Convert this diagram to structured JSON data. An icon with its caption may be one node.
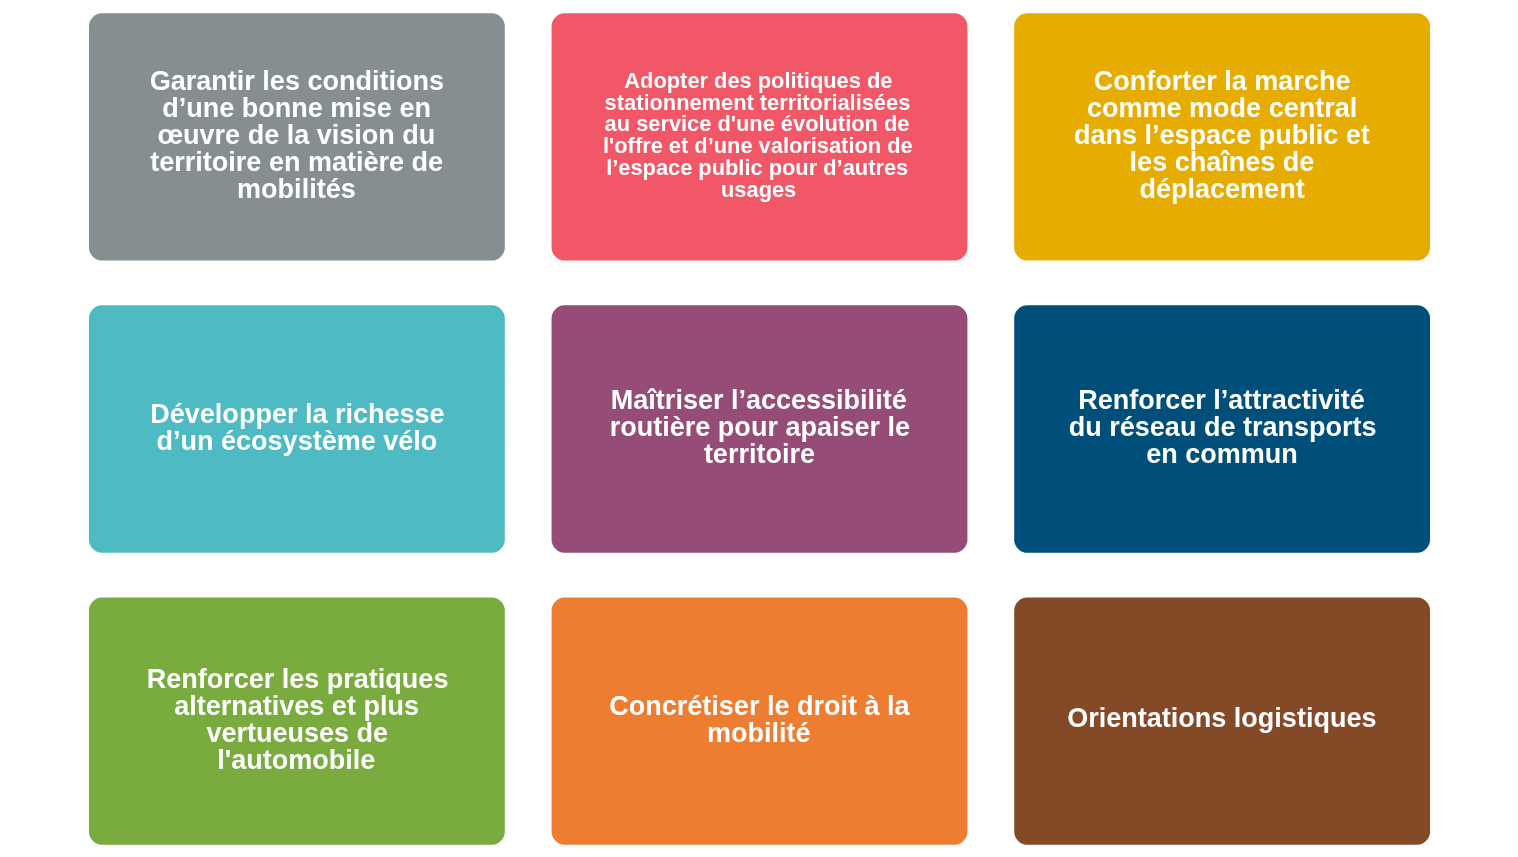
{
  "diagram": {
    "nodes": [
      {
        "text": [
          "Garantir les conditions d’une bonne mise en œuvre de la vision du territoire en matière de mobilités"
        ]
      },
      {
        "text": [
          "Adopter des politiques de stationnement territorialisées au service d'une évolution de l'offre et d’une valorisation de l’espace public pour d’autres usages"
        ]
      },
      {
        "text": [
          "Conforter la marche comme mode central dans l’espace public et les chaînes de déplacement"
        ]
      },
      {
        "text": [
          "Développer la richesse d’un écosystème vélo"
        ]
      },
      {
        "text": [
          "Maîtriser l’accessibilité routière pour apaiser le territoire"
        ]
      },
      {
        "text": [
          "Renforcer l’attractivité du réseau de transports en commun"
        ]
      },
      {
        "text": [
          "Renforcer les pratiques alternatives et plus vertueuses de l'automobile"
        ]
      },
      {
        "text": [
          "Concrétiser le droit à la mobilité"
        ]
      },
      {
        "text": [
          "Orientations logistiques"
        ]
      }
    ]
  }
}
